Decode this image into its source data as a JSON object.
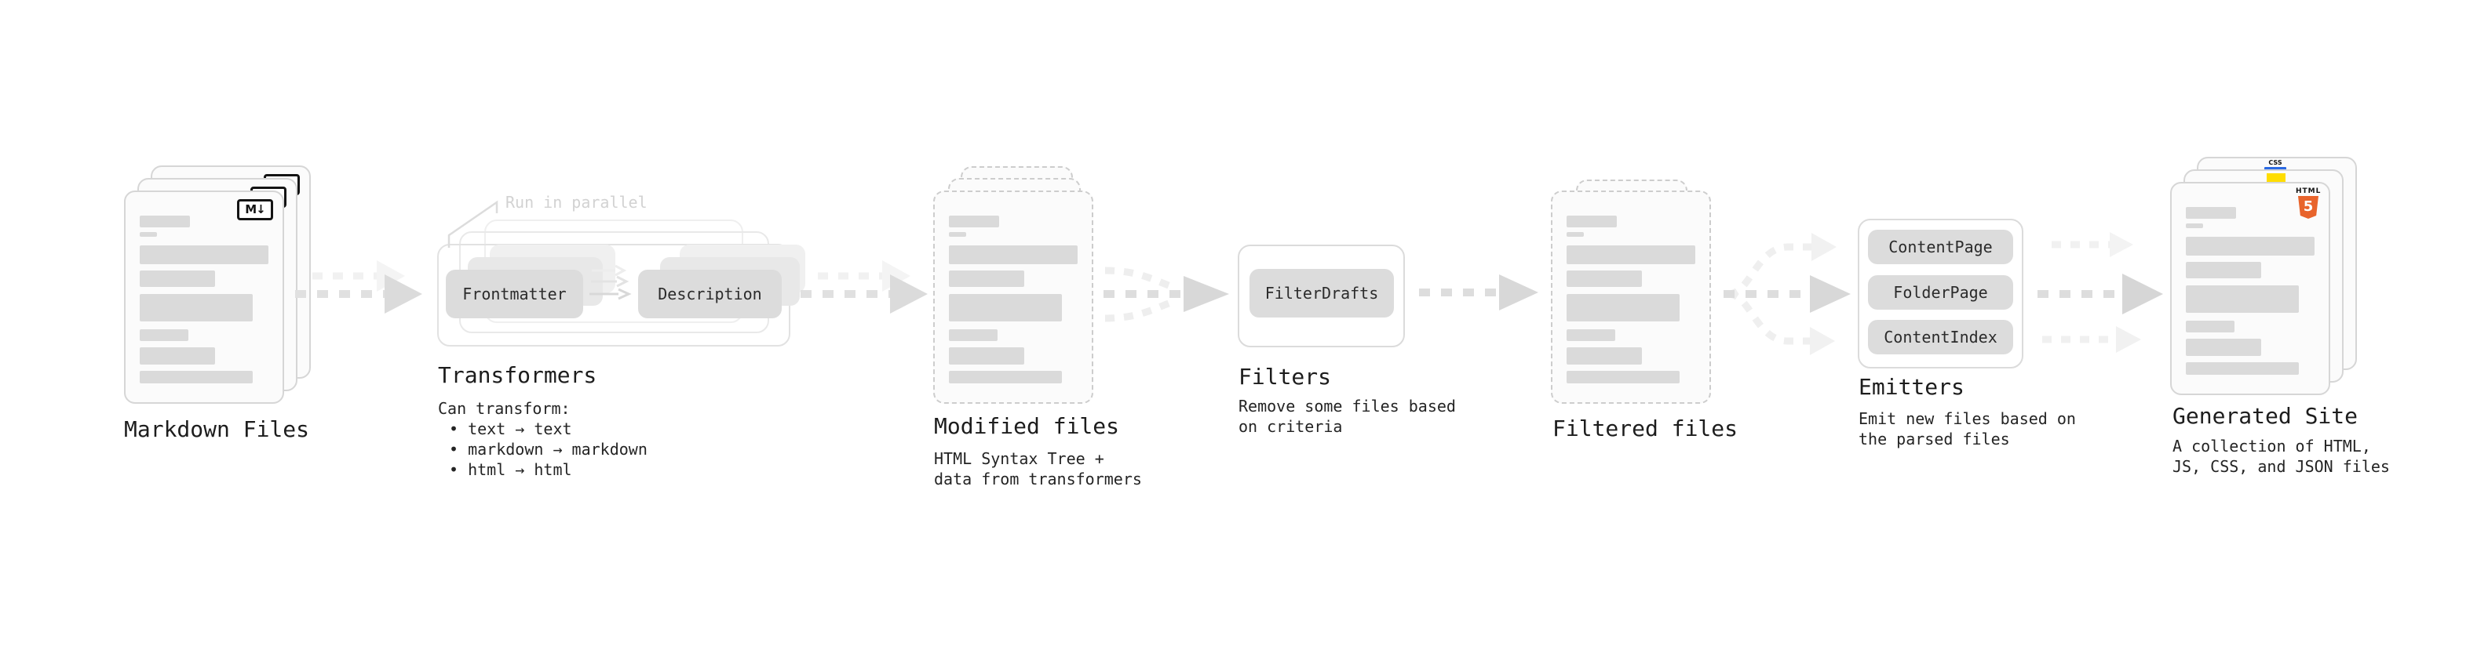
{
  "colors": {
    "file_fill": "#fbfbfb",
    "file_border": "#d6d6d6",
    "placeholder_bar": "#dadada",
    "pill_bg": "#dcdcdc",
    "text": "#1f1f1f",
    "annotation_muted": "#d2d2d2",
    "arrow_gray": "#dedede",
    "html5_orange": "#e8642c",
    "js_yellow": "#ffdd00",
    "css_blue": "#2b6ae3"
  },
  "nodes": {
    "markdown_files": {
      "label": "Markdown Files",
      "badge": "M↓"
    },
    "transformers": {
      "label": "Transformers",
      "annotation": "Run in parallel",
      "steps": [
        "Frontmatter",
        "Description"
      ],
      "caption": "Can transform:",
      "bullets": [
        "• text → text",
        "• markdown → markdown",
        "• html → html"
      ]
    },
    "modified_files": {
      "label": "Modified files",
      "caption": "HTML Syntax Tree +\ndata from transformers"
    },
    "filters": {
      "label": "Filters",
      "items": [
        "FilterDrafts"
      ],
      "caption": "Remove some files based\non criteria"
    },
    "filtered_files": {
      "label": "Filtered files"
    },
    "emitters": {
      "label": "Emitters",
      "items": [
        "ContentPage",
        "FolderPage",
        "ContentIndex"
      ],
      "caption": "Emit new files based on\nthe parsed files"
    },
    "generated_site": {
      "label": "Generated Site",
      "caption": "A collection of HTML,\nJS, CSS, and JSON files",
      "css_badge": "CSS",
      "html_badge_caption": "HTML",
      "html_badge_numeral": "5"
    }
  }
}
